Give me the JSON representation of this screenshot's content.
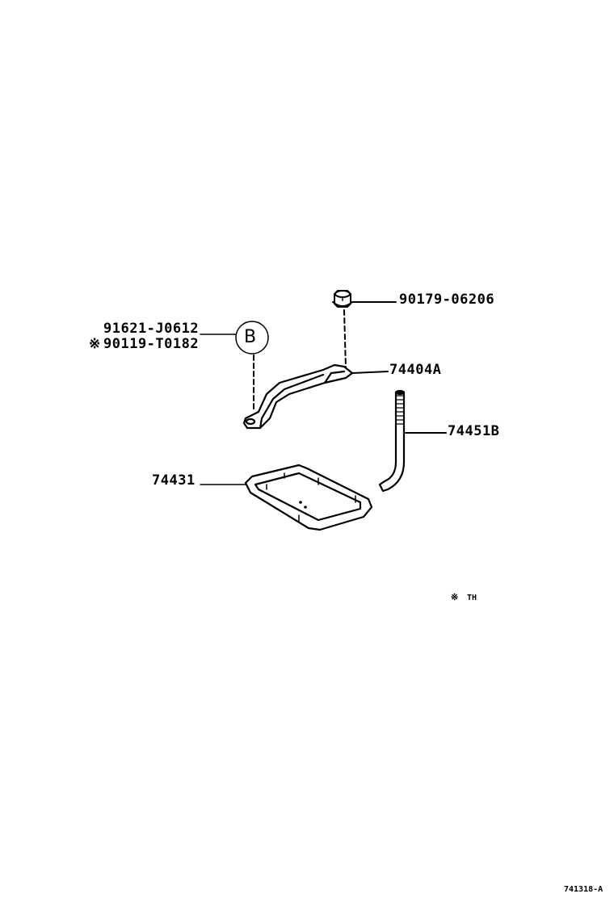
{
  "parts": {
    "nut": "90179-06206",
    "bolt_b": "91621-J0612",
    "bolt_b_alt": "90119-T0182",
    "bolt_b_alt_mark": "※",
    "clamp": "74404A",
    "rod": "74451B",
    "tray": "74431"
  },
  "callout_b": "B",
  "legend": {
    "mark": "※",
    "text": "TH"
  },
  "figure_id": "741318-A"
}
